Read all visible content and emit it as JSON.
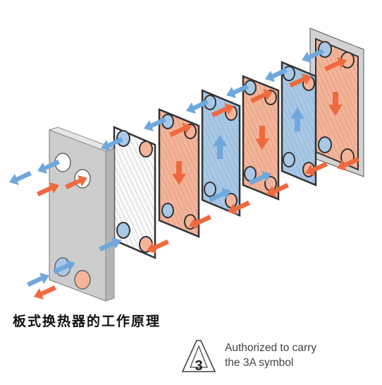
{
  "caption": "板式换热器的工作原理",
  "badge": {
    "symbol_digit": "3",
    "line1": "Authorized to carry",
    "line2": "the 3A symbol"
  },
  "colors": {
    "hot_flow": "#ee6a3e",
    "cold_flow": "#6fa8dc",
    "hot_plate": "#f4b49a",
    "cold_plate": "#a9c8e6",
    "frame": "#cbcbcb"
  }
}
